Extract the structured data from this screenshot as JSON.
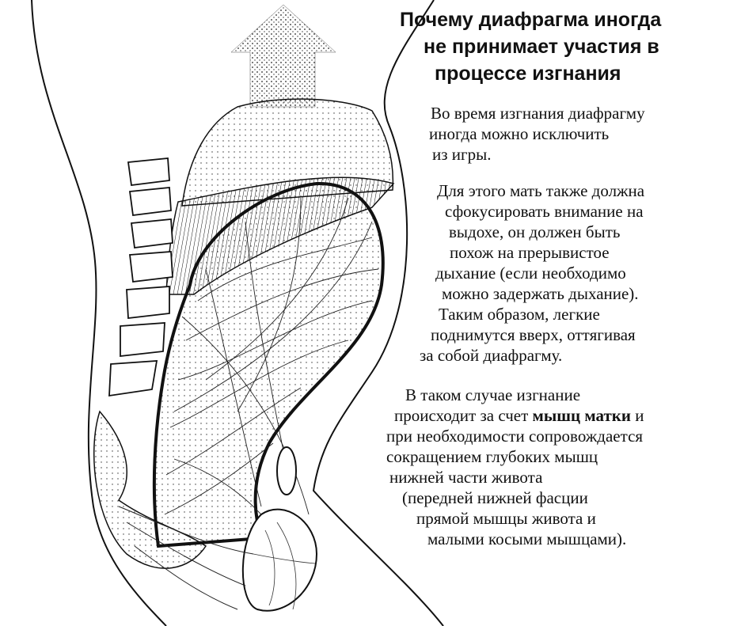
{
  "title": {
    "lines": [
      "Почему диафрагма иногда",
      "не принимает участия в",
      "процессе  изгнания"
    ]
  },
  "paragraph1": {
    "lines": [
      "Во время изгнания диафрагму",
      "иногда можно исключить",
      "из игры."
    ]
  },
  "paragraph2": {
    "lines": [
      "Для этого мать также должна",
      "сфокусировать внимание на",
      "выдохе, он должен быть",
      "похож на прерывистое",
      "дыхание (если необходимо",
      "можно задержать дыхание).",
      "Таким образом, легкие",
      "поднимутся вверх, оттягивая",
      "за собой диафрагму."
    ]
  },
  "paragraph3": {
    "line1": "В таком случае изгнание",
    "line2_pre": "происходит за счет ",
    "line2_bold": "мышц матки",
    "line2_post": " и",
    "line3": "при необходимости сопровождается",
    "line4": "сокращением глубоких мышц",
    "line5": "нижней части живота",
    "line6": "(передней нижней фасции",
    "line7": "прямой мышцы живота и",
    "line8": "малыми косыми мышцами)."
  }
}
